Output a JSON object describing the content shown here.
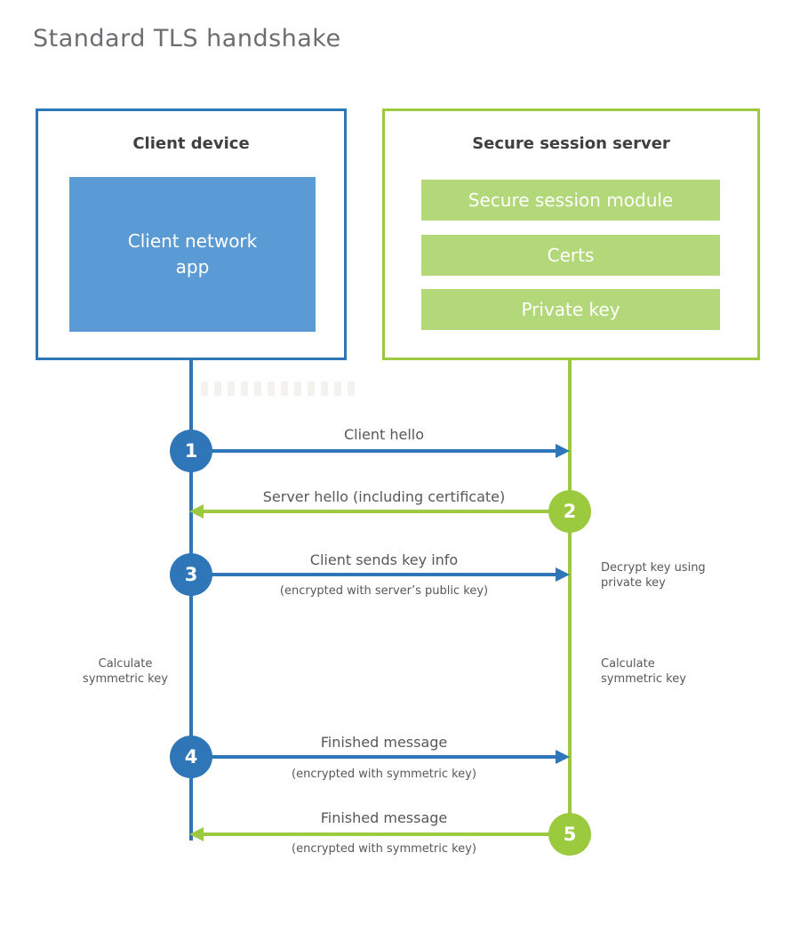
{
  "title": "Standard TLS handshake",
  "colors": {
    "blue": "#2e76b8",
    "blue_fill": "#5b9bd5",
    "green": "#9cca3e",
    "green_fill": "#b3d87a"
  },
  "client": {
    "heading": "Client device",
    "app_label": "Client network app"
  },
  "server": {
    "heading": "Secure session server",
    "modules": [
      "Secure session module",
      "Certs",
      "Private key"
    ]
  },
  "steps": [
    {
      "num": "1",
      "label": "Client hello",
      "direction": "client-to-server"
    },
    {
      "num": "2",
      "label": "Server hello (including certificate)",
      "direction": "server-to-client"
    },
    {
      "num": "3",
      "label": "Client sends key info",
      "sub": "(encrypted with server’s public key)",
      "direction": "client-to-server"
    },
    {
      "num": "4",
      "label": "Finished message",
      "sub": "(encrypted with symmetric key)",
      "direction": "client-to-server"
    },
    {
      "num": "5",
      "label": "Finished message",
      "sub": "(encrypted with symmetric key)",
      "direction": "server-to-client"
    }
  ],
  "notes": {
    "decrypt": "Decrypt key using private key",
    "calc_left": "Calculate symmetric key",
    "calc_right": "Calculate symmetric key"
  }
}
